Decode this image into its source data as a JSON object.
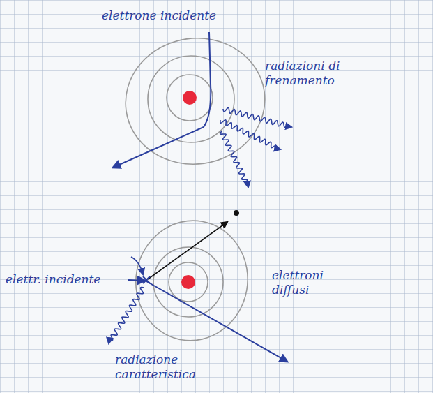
{
  "diagram": {
    "labels": [
      "elettrone incidente",
      "radiazioni di frenamento",
      "elettr. incidente",
      "elettroni diffusi",
      "radiazione caratteristica"
    ]
  }
}
